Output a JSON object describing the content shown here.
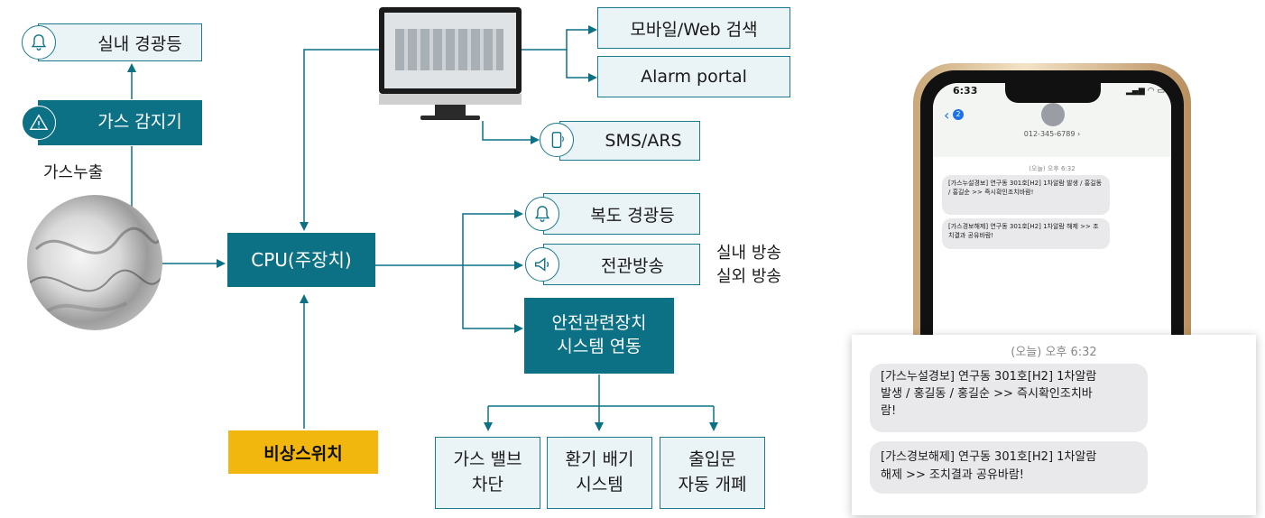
{
  "left": {
    "indoor_light": "실내 경광등",
    "gas_detector": "가스 감지기",
    "gas_leak": "가스누출",
    "emergency_switch": "비상스위치"
  },
  "center": {
    "cpu": "CPU(주장치)",
    "corridor_light": "복도 경광등",
    "broadcast": "전관방송",
    "broadcast_note_1": "실내 방송",
    "broadcast_note_2": "실외 방송",
    "safety_link_1": "안전관련장치",
    "safety_link_2": "시스템 연동",
    "gas_valve_1": "가스 밸브",
    "gas_valve_2": "차단",
    "ventilation_1": "환기 배기",
    "ventilation_2": "시스템",
    "door_1": "출입문",
    "door_2": "자동 개폐"
  },
  "top": {
    "mobile_web": "모바일/Web 검색",
    "alarm_portal": "Alarm portal",
    "sms_ars": "SMS/ARS"
  },
  "phone": {
    "time": "6:33",
    "back_badge": "2",
    "contact": "012-345-6789 ›",
    "date_label": "(오늘) 오후 6:32",
    "msg1": "[가스누설경보] 연구동 301호[H2] 1차알람 발생 / 홍길동 / 홍길순 >> 즉시확인조치바람!",
    "msg2": "[가스경보해제] 연구동 301호[H2] 1차알람 해제 >> 조치결과 공유바람!"
  },
  "zoom": {
    "date_label": "(오늘) 오후 6:32",
    "msg1_line1": "[가스누설경보] 연구동 301호[H2] 1차알람",
    "msg1_line2": "발생 / 홍길동 / 홍길순 >> 즉시확인조치바",
    "msg1_line3": "람!",
    "msg2_line1": "[가스경보해제] 연구동 301호[H2] 1차알람",
    "msg2_line2": "해제 >> 조치결과 공유바람!"
  },
  "colors": {
    "teal": "#0d7185",
    "light": "#eaf3f6",
    "yellow": "#f2b70f"
  }
}
